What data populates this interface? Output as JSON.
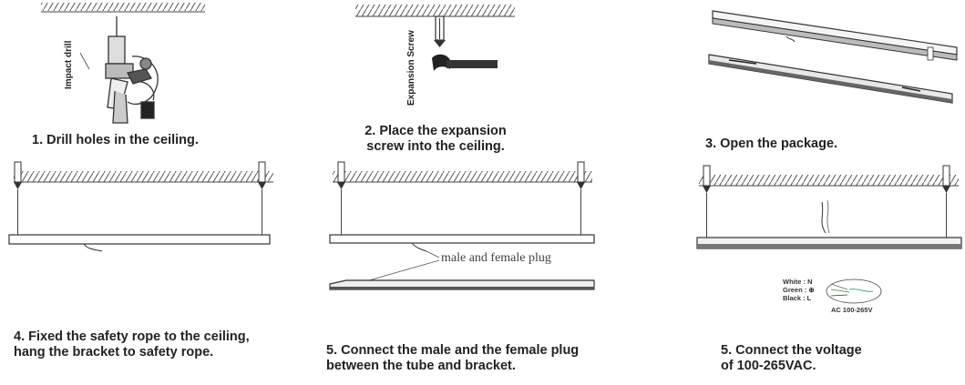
{
  "steps": [
    {
      "caption": "1. Drill holes in the ceiling.",
      "tool_label": "Impact drill"
    },
    {
      "caption_line1": "2. Place the expansion",
      "caption_line2": "screw into the ceiling.",
      "tool_label": "Expansion Screw"
    },
    {
      "caption": "3. Open the package."
    },
    {
      "caption_line1": "4. Fixed the safety rope to the ceiling,",
      "caption_line2": "hang the bracket to safety rope."
    },
    {
      "caption_line1": "5. Connect the male and the female plug",
      "caption_line2": "between the tube and bracket.",
      "plug_label": "male and female plug"
    },
    {
      "caption_line1": "5. Connect the voltage",
      "caption_line2": "of 100-265VAC.",
      "wiring": {
        "white": "White : N",
        "green": "Green : ⊕",
        "black": "Black : L",
        "ac": "AC 100-265V"
      }
    }
  ]
}
